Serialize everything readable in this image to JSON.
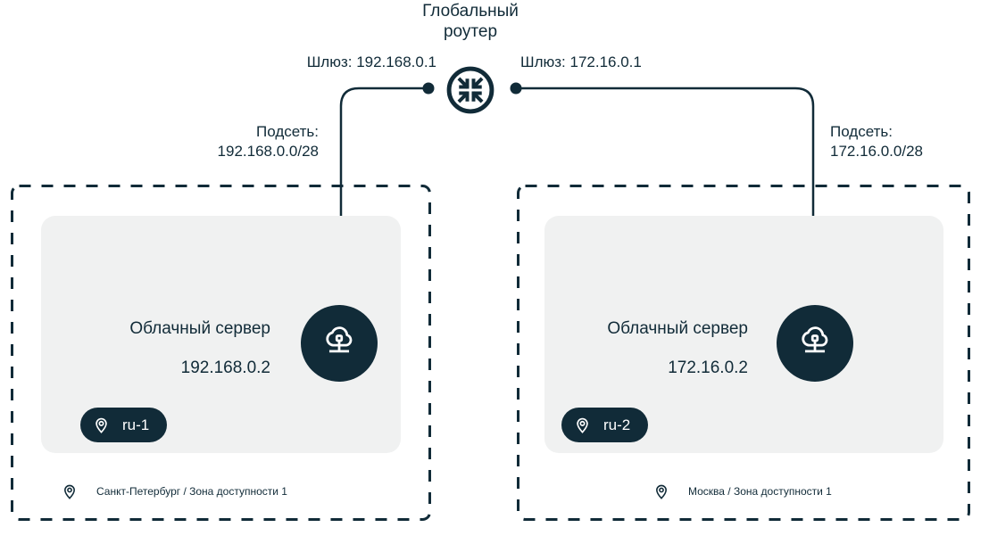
{
  "colors": {
    "navy": "#112b38",
    "card_bg": "#f0f1f1",
    "white": "#ffffff"
  },
  "router": {
    "title": "Глобальный роутер"
  },
  "zones": [
    {
      "gateway": "Шлюз: 192.168.0.1",
      "subnet_label": "Подсеть:",
      "subnet_cidr": "192.168.0.0/28",
      "server_title": "Облачный сервер",
      "server_ip": "192.168.0.2",
      "badge": "ru-1",
      "location": "Санкт-Петербург / Зона доступности 1"
    },
    {
      "gateway": "Шлюз: 172.16.0.1",
      "subnet_label": "Подсеть:",
      "subnet_cidr": "172.16.0.0/28",
      "server_title": "Облачный сервер",
      "server_ip": "172.16.0.2",
      "badge": "ru-2",
      "location": "Москва / Зона доступности 1"
    }
  ]
}
